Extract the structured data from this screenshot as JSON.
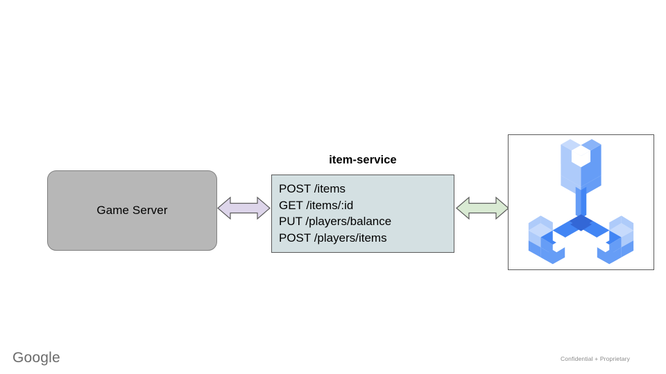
{
  "slide": {
    "background_color": "#ffffff",
    "title_text": "item-service"
  },
  "game_server": {
    "label": "Game Server",
    "fill_color": "#b7b7b7",
    "border_color": "#7f7f7f"
  },
  "service": {
    "title": "item-service",
    "fill_color": "#d4e0e2",
    "border_color": "#595959",
    "endpoints": [
      "POST /items",
      "GET /items/:id",
      "PUT /players/balance",
      "POST /players/items"
    ]
  },
  "connectors": [
    {
      "name": "game-server-to-item-service",
      "style": "double-headed-arrow",
      "fill_color": "#ddd5ea",
      "border_color": "#595959"
    },
    {
      "name": "item-service-to-datastore",
      "style": "double-headed-arrow",
      "fill_color": "#d9ead3",
      "border_color": "#595959"
    }
  ],
  "image_panel": {
    "icon_name": "isometric-three-armed-wrench-icon",
    "border_color": "#595959",
    "background_color": "#ffffff",
    "colors": {
      "light": "#aecbfa",
      "medium": "#669df6",
      "dark": "#4285f4",
      "deep": "#3367d6",
      "pale": "#c6dafc"
    }
  },
  "footer": {
    "brand": "Google",
    "confidential": "Confidential + Proprietary",
    "brand_color": "#6b6b6b",
    "note_color": "#8a8a8a"
  }
}
